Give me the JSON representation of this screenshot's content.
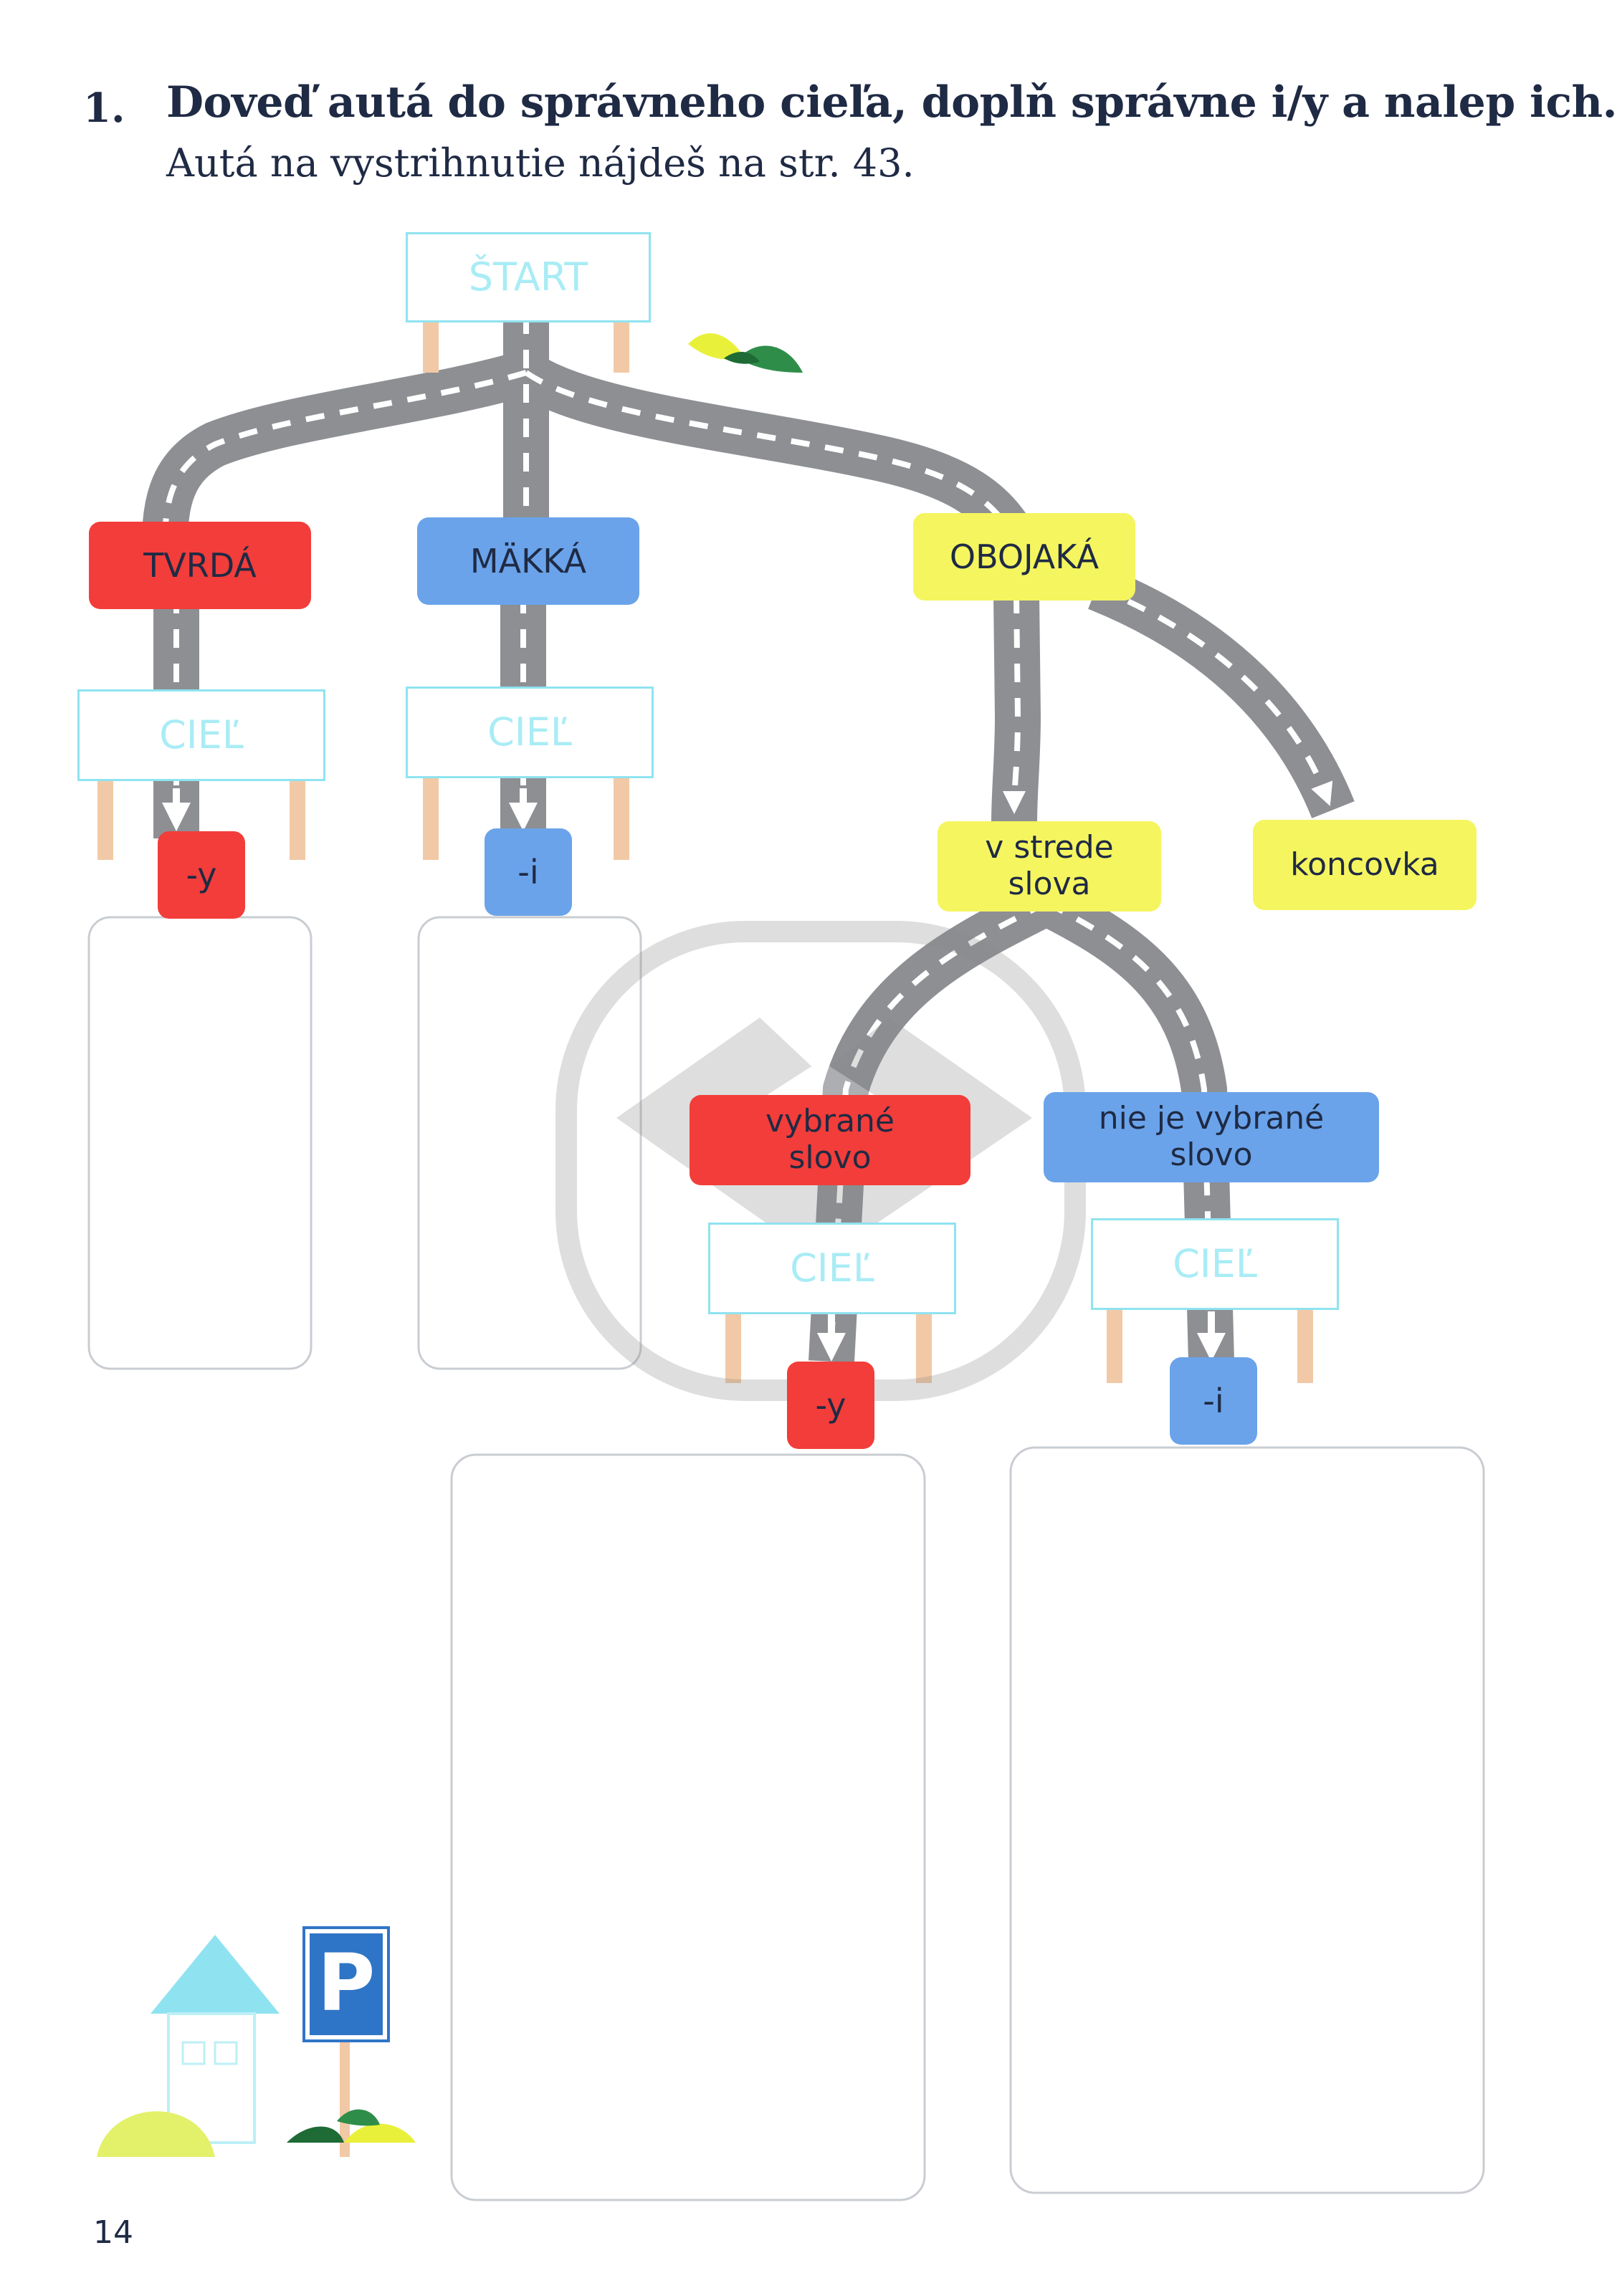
{
  "task": {
    "number": "1.",
    "instruction": "Doveď autá do správneho cieľa, doplň správne i/y a nalep ich.",
    "note": "Autá na vystrihnutie nájdeš na str. 43."
  },
  "start_sign": "ŠTART",
  "categories": {
    "hard": "TVRDÁ",
    "soft": "MÄKKÁ",
    "ambiguous": "OBOJAKÁ"
  },
  "positions": {
    "middle": "v strede\nslova",
    "ending": "koncovka"
  },
  "word_types": {
    "selected": "vybrané\nslovo",
    "not_selected": "nie je vybrané\nslovo"
  },
  "goal_sign": "CIEĽ",
  "endings": {
    "y": "-y",
    "i": "-i"
  },
  "parking_sign": "P",
  "page_number": "14",
  "colors": {
    "red": "#f23d3a",
    "blue": "#6aa3ea",
    "yellow": "#f5f560",
    "road": "#8d8f93",
    "sign_border": "#8fe3f0",
    "sign_text": "#a9ecf5"
  }
}
